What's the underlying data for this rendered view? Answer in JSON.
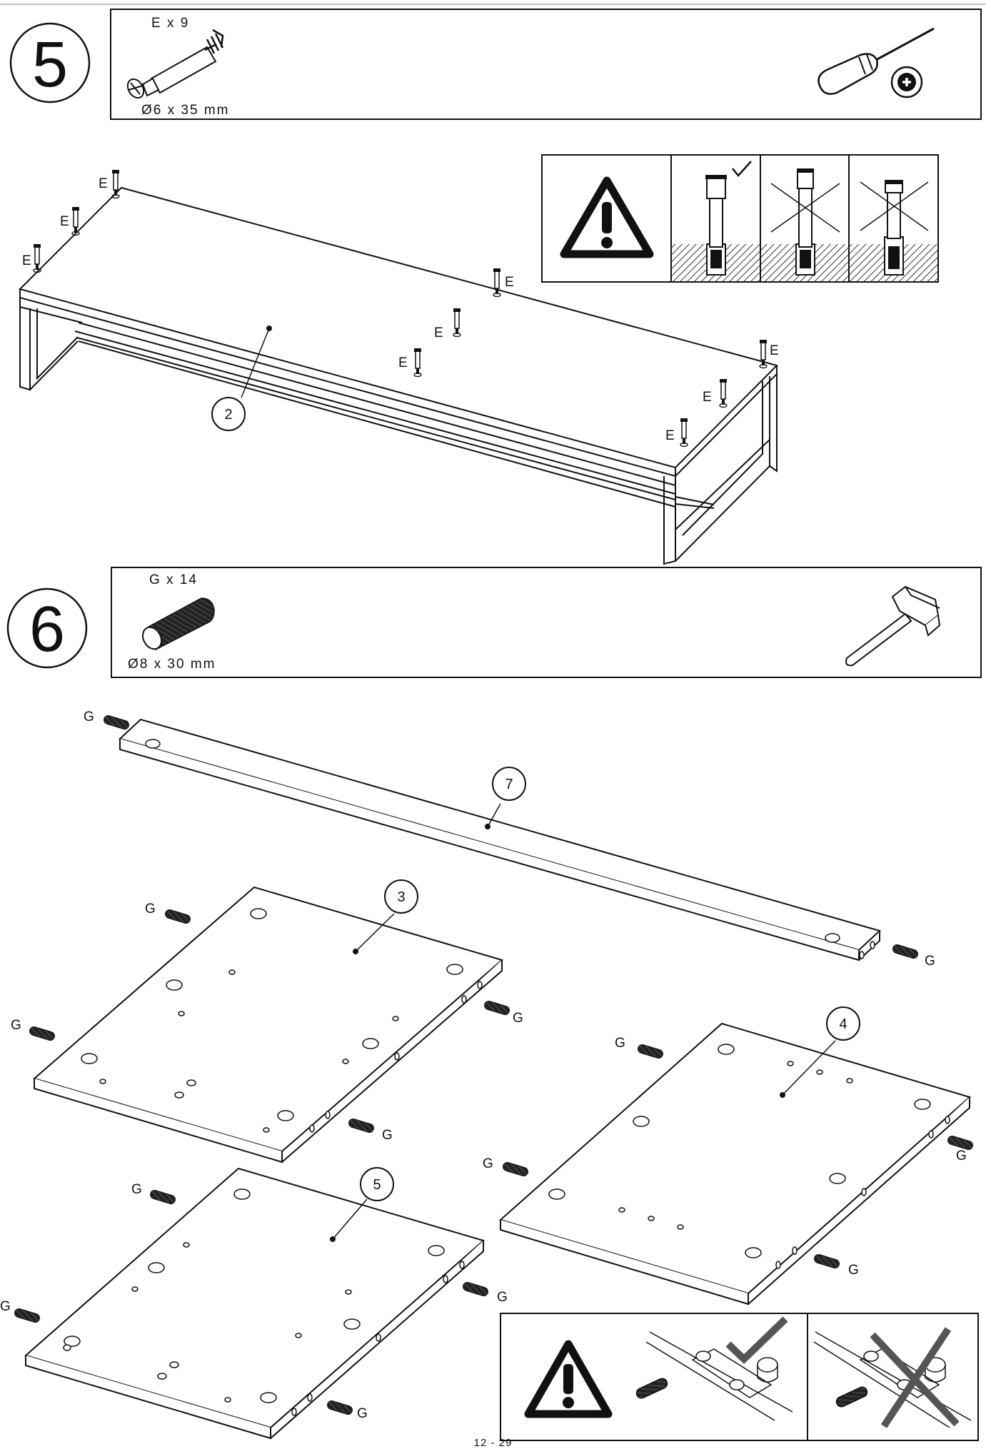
{
  "step5": {
    "number": "5",
    "part": {
      "letter": "E",
      "qty_label": "E x 9",
      "size_label": "Ø6 x 35 mm",
      "icon": "cam-bolt-icon"
    },
    "tool": {
      "icon": "phillips-screwdriver-icon"
    },
    "panel_callout": "2",
    "fitting_labels": [
      "E",
      "E",
      "E",
      "E",
      "E",
      "E",
      "E",
      "E",
      "E"
    ],
    "warning": {
      "icon": "warning-triangle-icon",
      "states": [
        "correct",
        "incorrect",
        "incorrect"
      ]
    }
  },
  "step6": {
    "number": "6",
    "part": {
      "letter": "G",
      "qty_label": "G x 14",
      "size_label": "Ø8 x 30 mm",
      "icon": "wood-dowel-icon"
    },
    "tool": {
      "icon": "hammer-icon"
    },
    "parts": [
      "7",
      "3",
      "4",
      "5"
    ],
    "dowel_labels": [
      "G",
      "G",
      "G",
      "G",
      "G",
      "G",
      "G",
      "G",
      "G",
      "G",
      "G",
      "G",
      "G",
      "G"
    ],
    "warning": {
      "icon": "warning-triangle-icon",
      "states": [
        "correct",
        "incorrect"
      ]
    }
  },
  "footer": {
    "page": "12 - 29"
  }
}
